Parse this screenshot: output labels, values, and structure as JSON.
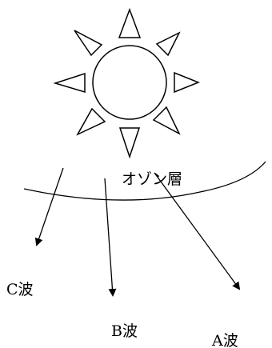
{
  "labels": {
    "ozone_layer": "オゾン層",
    "wave_c": "C波",
    "wave_b": "B波",
    "wave_a": "A波"
  },
  "colors": {
    "stroke": "#000000",
    "background": "#ffffff"
  },
  "icons": {
    "sun": "sun-icon",
    "ray": "triangle-ray-icon"
  }
}
